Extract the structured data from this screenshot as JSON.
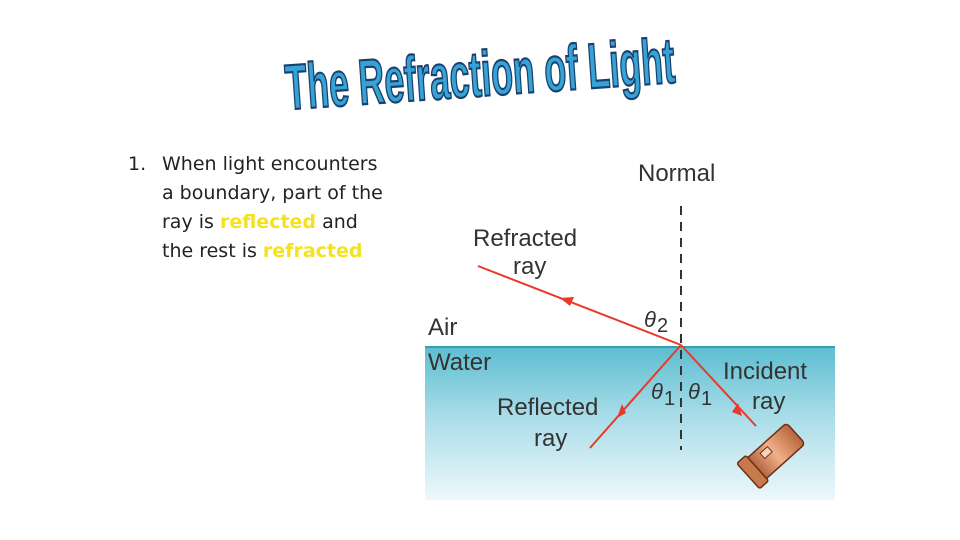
{
  "title": "The Refraction of Light",
  "bullet": {
    "number": "1.",
    "lines": [
      "When light encounters",
      "a boundary, part of the"
    ],
    "line3_pre": "ray is ",
    "line3_hl": "reflected",
    "line3_post": " and",
    "line4_pre": "the rest is ",
    "line4_hl": "refracted"
  },
  "diagram": {
    "normal_label": "Normal",
    "refracted_label": [
      "Refracted",
      "ray"
    ],
    "air_label": "Air",
    "water_label": "Water",
    "incident_label": [
      "Incident",
      "ray"
    ],
    "reflected_label": [
      "Reflected",
      "ray"
    ],
    "theta": "θ",
    "sub2": "2",
    "sub1": "1"
  },
  "colors": {
    "highlight": "#f5e21f",
    "ray": "#e8392a",
    "water_top": "#5bbdd0",
    "water_bottom": "#e8f6fa",
    "title_fill": "#35a3d3"
  }
}
